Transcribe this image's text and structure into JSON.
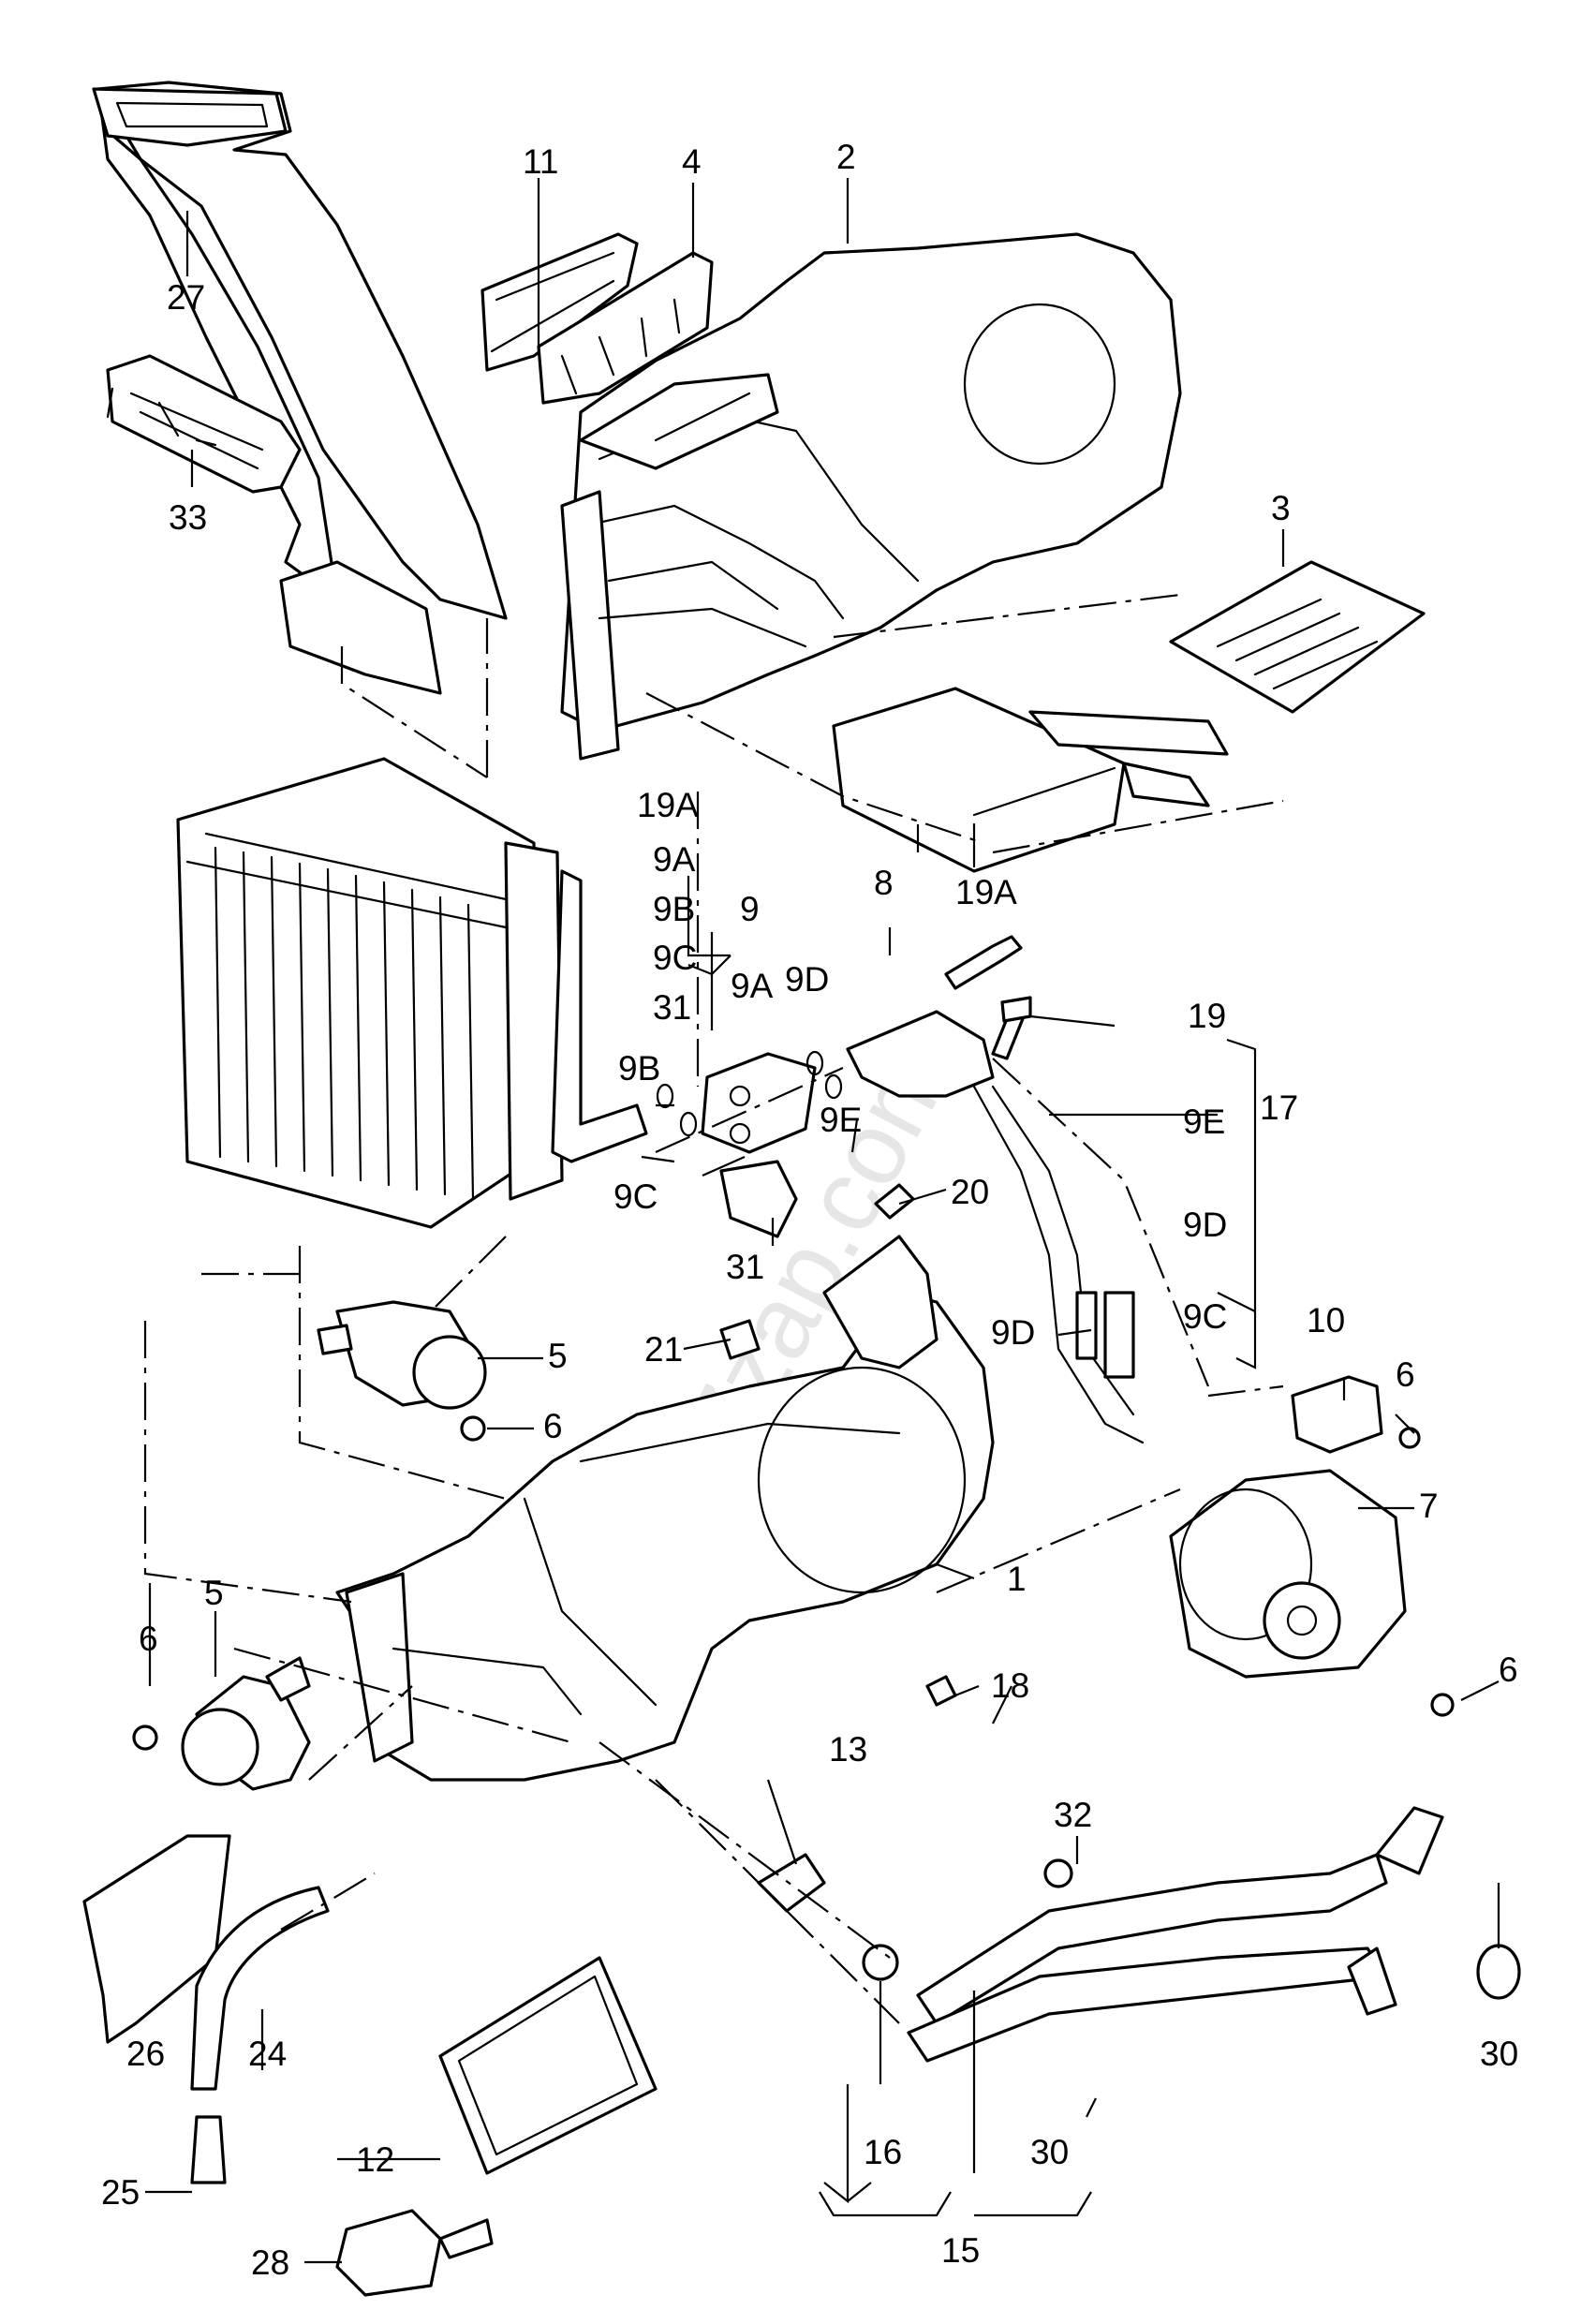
{
  "watermark": "7zap.com",
  "callouts": {
    "c1": "1",
    "c2": "2",
    "c3": "3",
    "c4": "4",
    "c5a": "5",
    "c5b": "5",
    "c6a": "6",
    "c6b": "6",
    "c6c": "6",
    "c6d": "6",
    "c7": "7",
    "c8": "8",
    "c9": "9",
    "c9A_top": "9A",
    "c9B_top": "9B",
    "c9C_top": "9C",
    "c9A": "9A",
    "c9B": "9B",
    "c9C": "9C",
    "c9D": "9D",
    "c9E": "9E",
    "c9E_group": "9E",
    "c9D_group": "9D",
    "c9D_lower": "9D",
    "c9C_lower": "9C",
    "c10": "10",
    "c11": "11",
    "c12": "12",
    "c13": "13",
    "c15": "15",
    "c16": "16",
    "c17": "17",
    "c18": "18",
    "c19": "19",
    "c19A_top": "19A",
    "c19A": "19A",
    "c20": "20",
    "c21": "21",
    "c24": "24",
    "c25": "25",
    "c26": "26",
    "c27": "27",
    "c28": "28",
    "c30a": "30",
    "c30b": "30",
    "c31_top": "31",
    "c31": "31",
    "c32": "32",
    "c33": "33"
  }
}
